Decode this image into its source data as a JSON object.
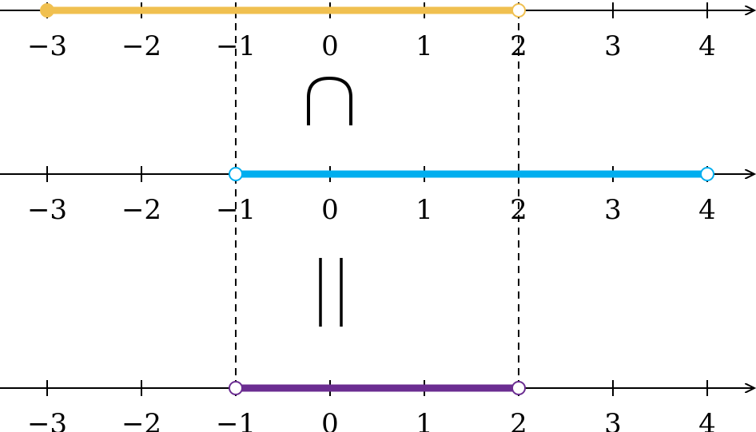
{
  "diagram": {
    "ticks": [
      -3,
      -2,
      -1,
      0,
      1,
      2,
      3,
      4
    ],
    "tick_labels": [
      "−3",
      "−2",
      "−1",
      "0",
      "1",
      "2",
      "3",
      "4"
    ],
    "lines": [
      {
        "name": "set-a",
        "color": "#F0C050",
        "interval": {
          "from": -3,
          "to": 2,
          "from_closed": true,
          "to_closed": false
        }
      },
      {
        "name": "set-b",
        "color": "#00AEEF",
        "interval": {
          "from": -1,
          "to": 4,
          "from_closed": false,
          "to_closed": false
        }
      },
      {
        "name": "result",
        "color": "#6B2D91",
        "interval": {
          "from": -1,
          "to": 2,
          "from_closed": false,
          "to_closed": false
        }
      }
    ],
    "guides": [
      -1,
      2
    ],
    "operator_symbol": "∩",
    "equals_symbol": "‖"
  }
}
